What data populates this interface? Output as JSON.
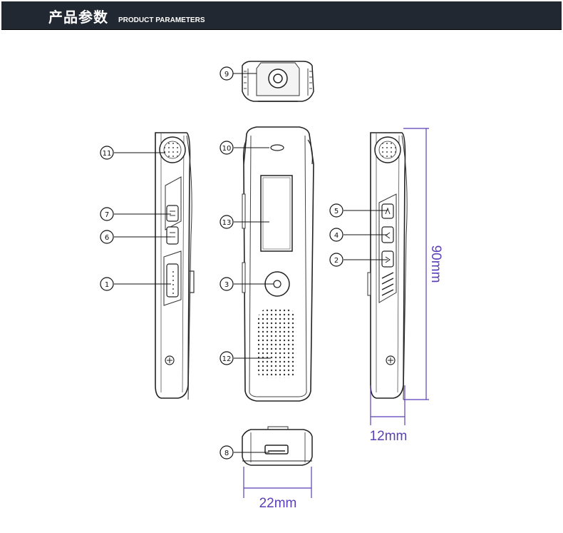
{
  "header": {
    "title_cn": "产品参数",
    "title_en": "PRODUCT PARAMETERS"
  },
  "callouts": [
    {
      "id": "c1",
      "number": "1",
      "glyph": "①"
    },
    {
      "id": "c2",
      "number": "2",
      "glyph": "②"
    },
    {
      "id": "c3",
      "number": "3",
      "glyph": "③"
    },
    {
      "id": "c4",
      "number": "4",
      "glyph": "④"
    },
    {
      "id": "c5",
      "number": "5",
      "glyph": "⑤"
    },
    {
      "id": "c6",
      "number": "6",
      "glyph": "⑥"
    },
    {
      "id": "c7",
      "number": "7",
      "glyph": "⑦"
    },
    {
      "id": "c8",
      "number": "8",
      "glyph": "⑧"
    },
    {
      "id": "c9",
      "number": "9",
      "glyph": "⑨"
    },
    {
      "id": "c10",
      "number": "10",
      "glyph": "⑩"
    },
    {
      "id": "c11",
      "number": "11",
      "glyph": "⑪"
    },
    {
      "id": "c12",
      "number": "12",
      "glyph": "⑫"
    },
    {
      "id": "c13",
      "number": "13",
      "glyph": "⑬"
    }
  ],
  "dimensions": {
    "height": "90mm",
    "depth": "12mm",
    "width": "22mm"
  },
  "colors": {
    "header_bg": "#222831",
    "dimension": "#5b3fb6",
    "line": "#111111"
  }
}
